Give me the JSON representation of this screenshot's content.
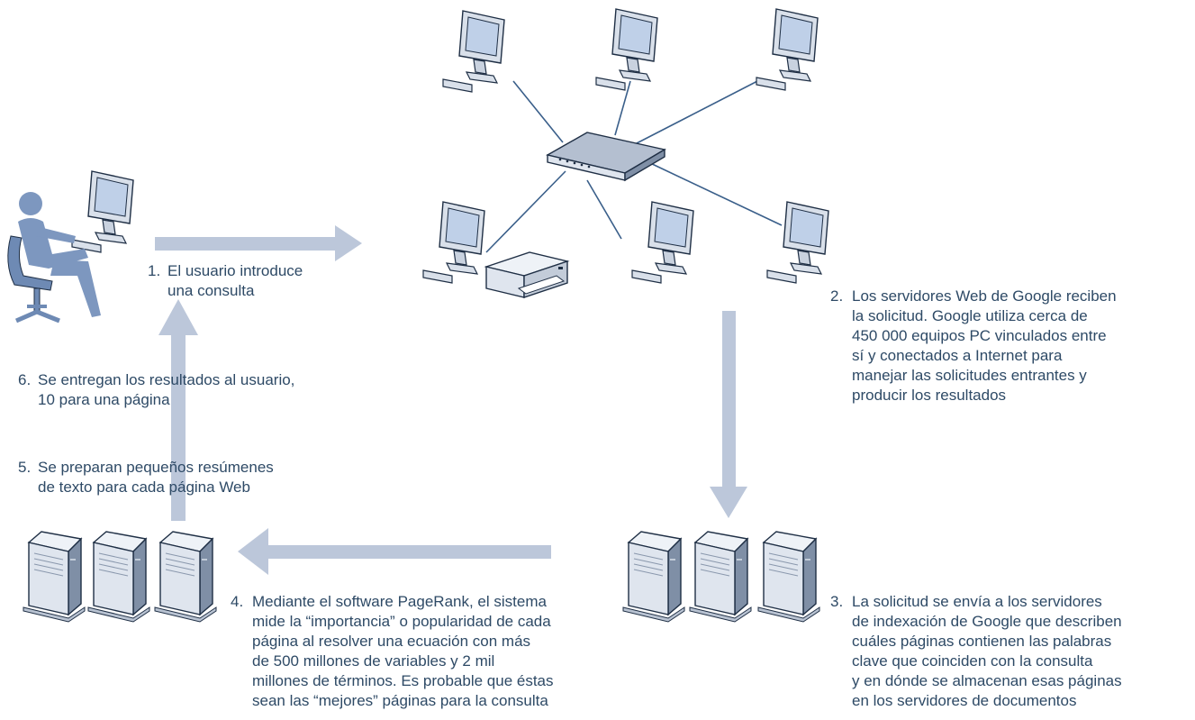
{
  "colors": {
    "arrow": "#bcc7da",
    "text": "#2e4a66",
    "computer_body": "#d9e0ea",
    "computer_outline": "#1f2f45",
    "screen": "#bfd0e8",
    "person": "#7d97bf",
    "chair": "#6e8ab4",
    "link_line": "#3a5f8a"
  },
  "steps": [
    {
      "number": "1.",
      "text": "El usuario introduce\nuna consulta"
    },
    {
      "number": "2.",
      "text": "Los servidores Web de Google reciben\nla solicitud. Google utiliza cerca de\n450 000 equipos PC vinculados entre\nsí y conectados a Internet para\nmanejar las solicitudes entrantes y\nproducir los resultados"
    },
    {
      "number": "3.",
      "text": "La solicitud se envía a los servidores\nde indexación de Google que describen\ncuáles páginas contienen las palabras\nclave que coinciden con la consulta\ny en dónde se almacenan esas páginas\nen los servidores de documentos"
    },
    {
      "number": "4.",
      "text": "Mediante el software PageRank, el sistema\nmide la “importancia” o popularidad de cada\npágina al resolver una ecuación con más\nde 500 millones de variables y 2 mil\nmillones de términos. Es probable que éstas\nsean las “mejores” páginas para la consulta"
    },
    {
      "number": "5.",
      "text": "Se preparan pequeños resúmenes\nde texto para cada página Web"
    },
    {
      "number": "6.",
      "text": "Se entregan los resultados al usuario,\n10 para una página"
    }
  ],
  "icons": [
    "user-at-computer-icon",
    "network-workstation-icon",
    "network-switch-icon",
    "printer-icon",
    "server-tower-icon"
  ]
}
